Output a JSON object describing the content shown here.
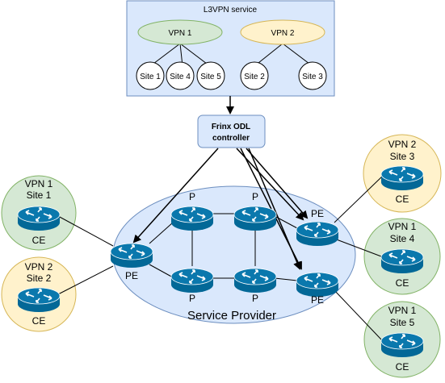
{
  "l3vpn": {
    "title": "L3VPN service",
    "vpn1": "VPN 1",
    "vpn2": "VPN 2",
    "sites": [
      "Site 1",
      "Site 4",
      "Site 5",
      "Site 2",
      "Site 3"
    ]
  },
  "controller": {
    "line1": "Frinx ODL",
    "line2": "controller"
  },
  "provider": {
    "label": "Service Provider"
  },
  "router_labels": {
    "p": "P",
    "pe": "PE",
    "ce": "CE"
  },
  "customers": [
    {
      "vpn": "VPN 1",
      "site": "Site 1"
    },
    {
      "vpn": "VPN 2",
      "site": "Site 2"
    },
    {
      "vpn": "VPN 2",
      "site": "Site 3"
    },
    {
      "vpn": "VPN 1",
      "site": "Site 4"
    },
    {
      "vpn": "VPN 1",
      "site": "Site 5"
    }
  ],
  "colors": {
    "box_fill": "#dae8fc",
    "box_stroke": "#6c8ebf",
    "vpn1_fill": "#d5e8d4",
    "vpn1_stroke": "#82b366",
    "vpn2_fill": "#fff2cc",
    "vpn2_stroke": "#d6b656",
    "router": "#036897"
  }
}
